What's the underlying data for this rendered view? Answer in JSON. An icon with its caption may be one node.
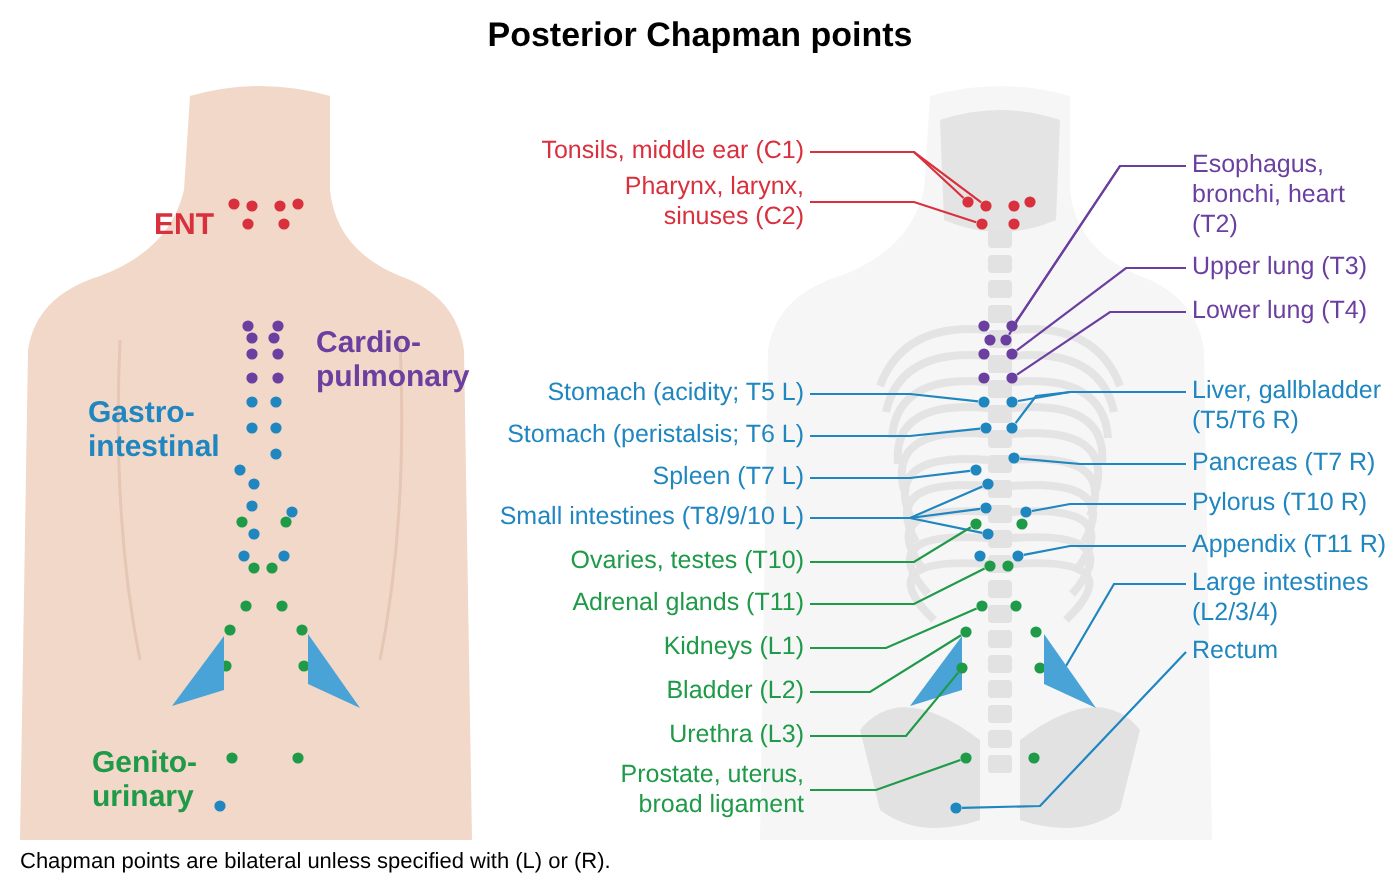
{
  "diagram": {
    "title": "Posterior Chapman points",
    "caption": "Chapman points are bilateral unless specified with (L) or (R).",
    "nodes": [
      {
        "text": [
          "Tonsils, middle ear (C1)"
        ]
      },
      {
        "text": [
          "Pharynx, larynx, sinuses (C2)"
        ]
      },
      {
        "text": [
          "Esophagus, bronchi, heart (T2)"
        ]
      },
      {
        "text": [
          "Upper lung (T3)"
        ]
      },
      {
        "text": [
          "Lower lung (T4)"
        ]
      },
      {
        "text": [
          "Stomach (acidity; T5 L)"
        ]
      },
      {
        "text": [
          "Stomach (peristalsis; T6 L)"
        ]
      },
      {
        "text": [
          "Spleen (T7 L)"
        ]
      },
      {
        "text": [
          "Small intestines (T8/9/10 L)"
        ]
      },
      {
        "text": [
          "Liver, gallbladder (T5/T6 R)"
        ]
      },
      {
        "text": [
          "Pancreas (T7 R)"
        ]
      },
      {
        "text": [
          "Pylorus (T10 R)"
        ]
      },
      {
        "text": [
          "Appendix (T11 R)"
        ]
      },
      {
        "text": [
          "Large intestines (L2/3/4)"
        ]
      },
      {
        "text": [
          "Rectum"
        ]
      },
      {
        "text": [
          "Ovaries, testes (T10)"
        ]
      },
      {
        "text": [
          "Adrenal glands (T11)"
        ]
      },
      {
        "text": [
          "Kidneys (L1)"
        ]
      },
      {
        "text": [
          "Bladder (L2)"
        ]
      },
      {
        "text": [
          "Urethra (L3)"
        ]
      },
      {
        "text": [
          "Prostate, uterus, broad ligament"
        ]
      },
      {
        "text": [],
        "shape": "circle"
      },
      {
        "text": [],
        "shape": "circle"
      },
      {
        "text": [],
        "shape": "circle"
      },
      {
        "text": [],
        "shape": "circle"
      },
      {
        "text": [],
        "shape": "circle"
      },
      {
        "text": [],
        "shape": "circle"
      },
      {
        "text": [],
        "shape": "circle"
      },
      {
        "text": [],
        "shape": "circle"
      },
      {
        "text": [],
        "shape": "circle"
      },
      {
        "text": [],
        "shape": "circle"
      },
      {
        "text": [],
        "shape": "circle"
      },
      {
        "text": [],
        "shape": "circle"
      },
      {
        "text": [],
        "shape": "circle"
      },
      {
        "text": [],
        "shape": "circle"
      },
      {
        "text": [],
        "shape": "circle"
      },
      {
        "text": [],
        "shape": "circle"
      },
      {
        "text": [],
        "shape": "circle"
      },
      {
        "text": [],
        "shape": "circle"
      },
      {
        "text": [],
        "shape": "circle"
      },
      {
        "text": [],
        "shape": "circle"
      },
      {
        "text": [],
        "shape": "circle"
      },
      {
        "text": [],
        "shape": "circle"
      },
      {
        "text": [],
        "shape": "triangle"
      },
      {
        "text": [],
        "shape": "circle"
      },
      {
        "text": [],
        "shape": "circle"
      },
      {
        "text": [],
        "shape": "circle"
      }
    ],
    "edges": [
      {
        "from": 0,
        "to": 21,
        "arrow": "none",
        "color": "#d9303e"
      },
      {
        "from": 0,
        "to": 22,
        "arrow": "none",
        "color": "#d9303e"
      },
      {
        "from": 1,
        "to": 23,
        "arrow": "none",
        "color": "#d9303e"
      },
      {
        "from": 2,
        "to": 24,
        "arrow": "none",
        "color": "#6b3fa0"
      },
      {
        "from": 2,
        "to": 25,
        "arrow": "none",
        "color": "#6b3fa0"
      },
      {
        "from": 3,
        "to": 26,
        "arrow": "none",
        "color": "#6b3fa0"
      },
      {
        "from": 4,
        "to": 27,
        "arrow": "none",
        "color": "#6b3fa0"
      },
      {
        "from": 5,
        "to": 28,
        "arrow": "none"
      },
      {
        "from": 6,
        "to": 30,
        "arrow": "none"
      },
      {
        "from": 7,
        "to": 33,
        "arrow": "none"
      },
      {
        "from": 8,
        "to": 34,
        "arrow": "none"
      },
      {
        "from": 8,
        "to": 35,
        "arrow": "none"
      },
      {
        "from": 8,
        "to": 38,
        "arrow": "none"
      },
      {
        "from": 9,
        "to": 29,
        "arrow": "none"
      },
      {
        "from": 9,
        "to": 31,
        "arrow": "none"
      },
      {
        "from": 10,
        "to": 32,
        "arrow": "none"
      },
      {
        "from": 11,
        "to": 36,
        "arrow": "none"
      },
      {
        "from": 12,
        "to": 39,
        "arrow": "none"
      },
      {
        "from": 13,
        "to": 43,
        "arrow": "none"
      },
      {
        "from": 14,
        "to": 46,
        "arrow": "none"
      },
      {
        "from": 15,
        "to": 37,
        "arrow": "none",
        "color": "#1f9a48"
      },
      {
        "from": 16,
        "to": 40,
        "arrow": "none",
        "color": "#1f9a48"
      },
      {
        "from": 17,
        "to": 41,
        "arrow": "none",
        "color": "#1f9a48"
      },
      {
        "from": 18,
        "to": 42,
        "arrow": "none",
        "color": "#1f9a48"
      },
      {
        "from": 19,
        "to": 44,
        "arrow": "none",
        "color": "#1f9a48"
      },
      {
        "from": 20,
        "to": 45,
        "arrow": "none",
        "color": "#1f9a48"
      }
    ],
    "labels": [
      "ENT",
      "Cardio-pulmonary",
      "Gastro-intestinal",
      "Genito-urinary"
    ]
  }
}
